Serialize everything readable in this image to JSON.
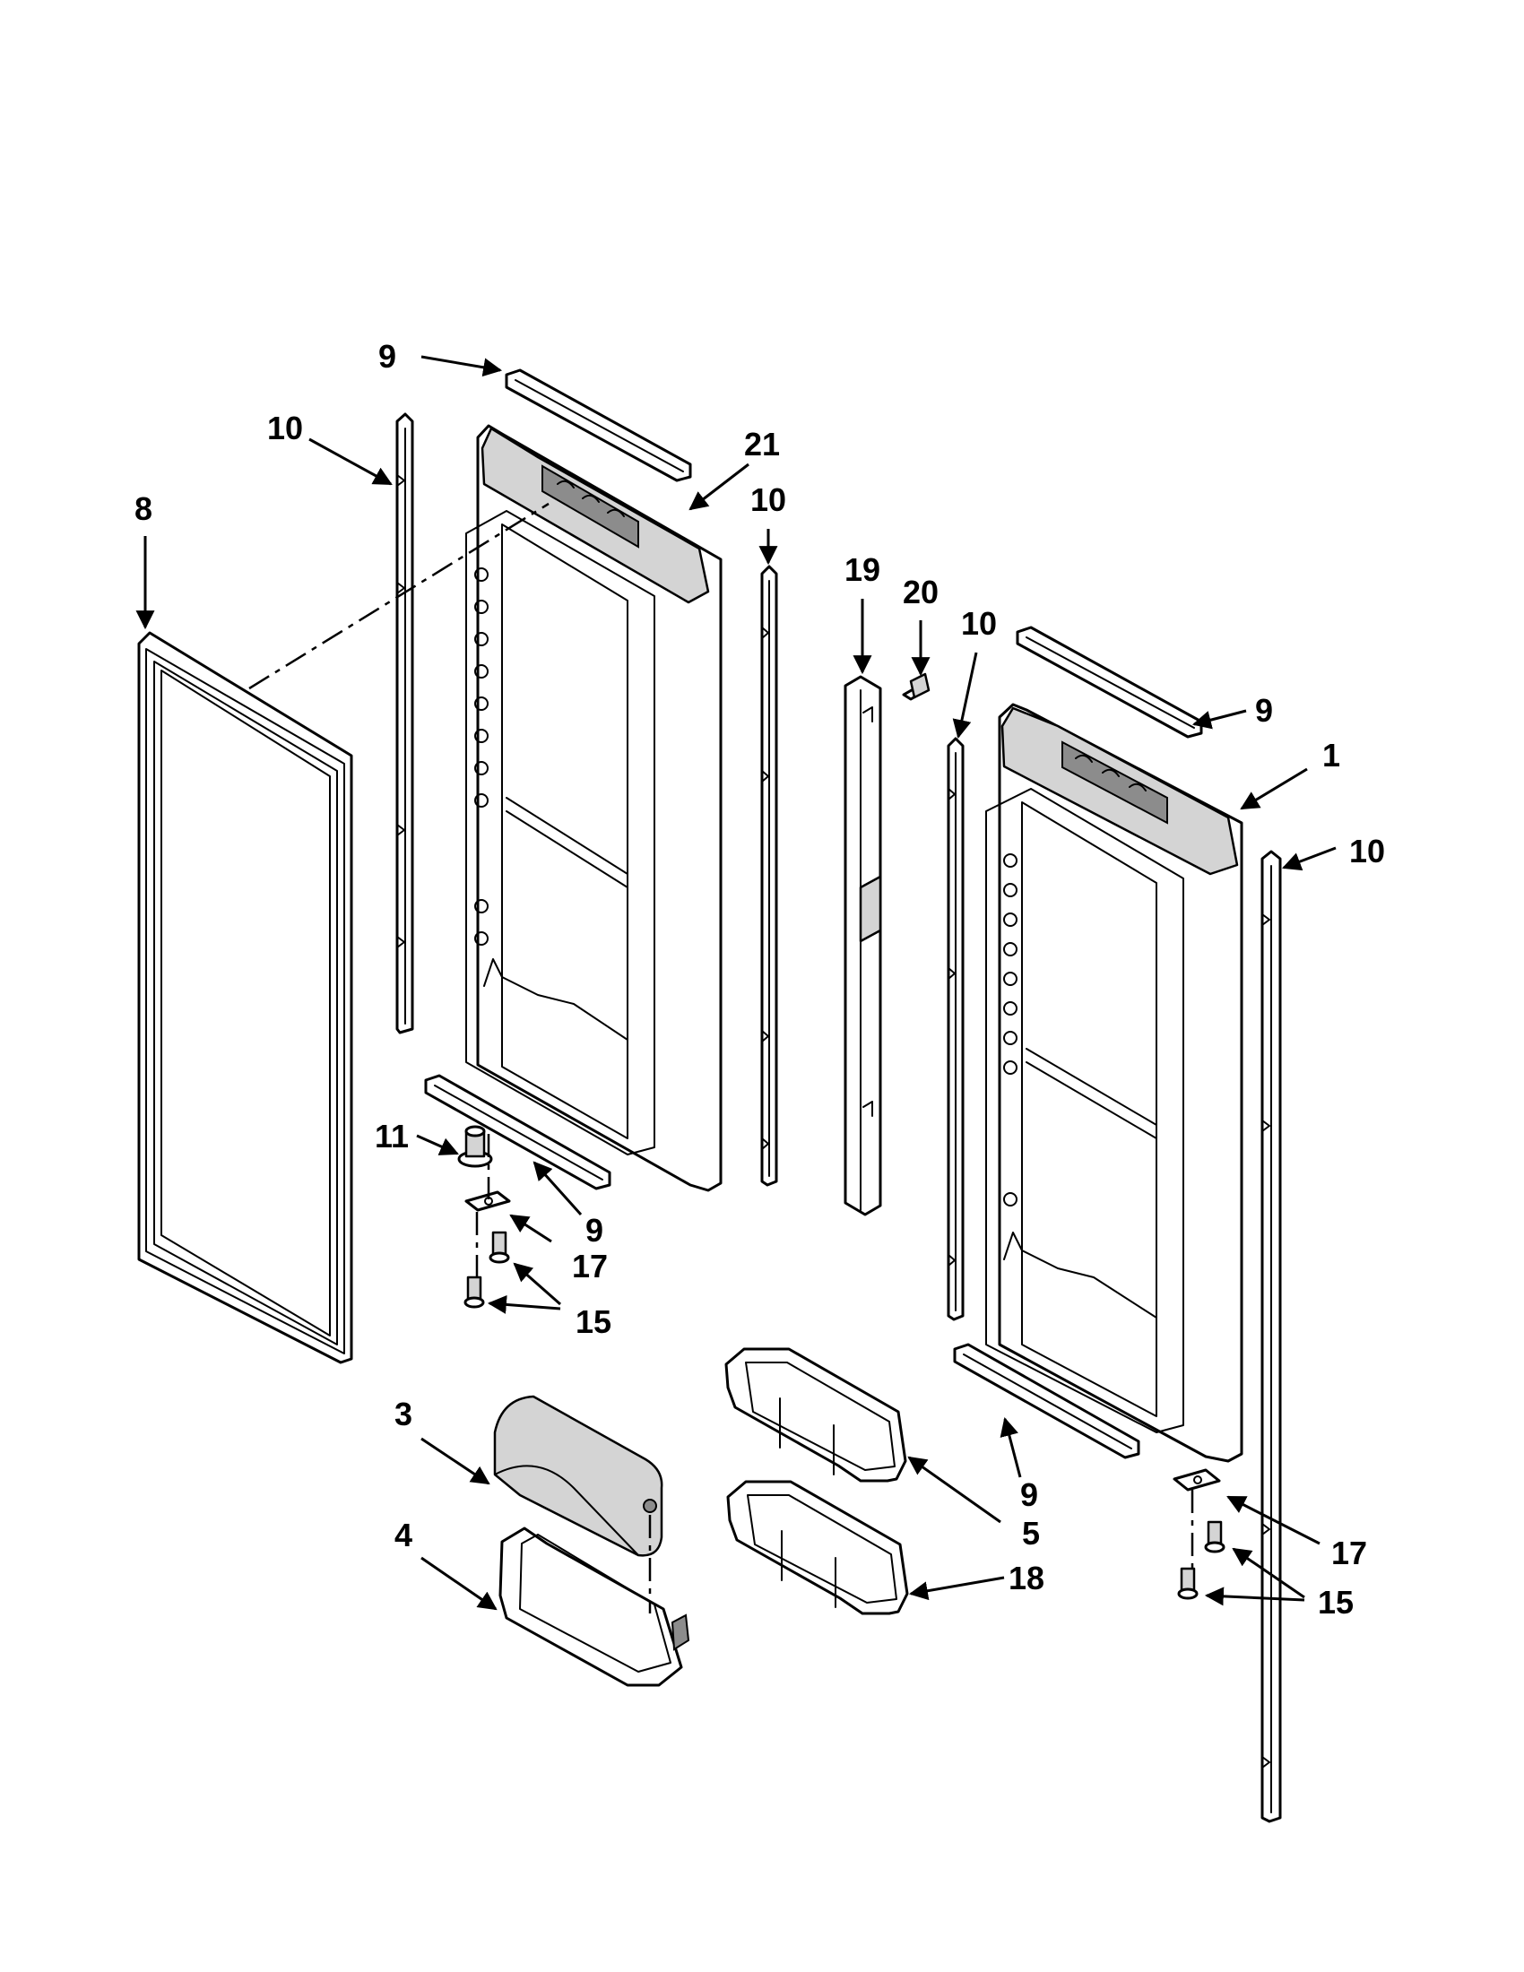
{
  "callouts": [
    {
      "id": "c9-top-left",
      "text": "9"
    },
    {
      "id": "c10-left",
      "text": "10"
    },
    {
      "id": "c8",
      "text": "8"
    },
    {
      "id": "c21",
      "text": "21"
    },
    {
      "id": "c10-mid",
      "text": "10"
    },
    {
      "id": "c19",
      "text": "19"
    },
    {
      "id": "c20",
      "text": "20"
    },
    {
      "id": "c10-right-inner",
      "text": "10"
    },
    {
      "id": "c9-top-right",
      "text": "9"
    },
    {
      "id": "c1",
      "text": "1"
    },
    {
      "id": "c10-right-outer",
      "text": "10"
    },
    {
      "id": "c11",
      "text": "11"
    },
    {
      "id": "c9-bottom-left",
      "text": "9"
    },
    {
      "id": "c17-left",
      "text": "17"
    },
    {
      "id": "c15-left",
      "text": "15"
    },
    {
      "id": "c3",
      "text": "3"
    },
    {
      "id": "c4",
      "text": "4"
    },
    {
      "id": "c9-bottom-right",
      "text": "9"
    },
    {
      "id": "c5",
      "text": "5"
    },
    {
      "id": "c18",
      "text": "18"
    },
    {
      "id": "c17-right",
      "text": "17"
    },
    {
      "id": "c15-right",
      "text": "15"
    }
  ]
}
